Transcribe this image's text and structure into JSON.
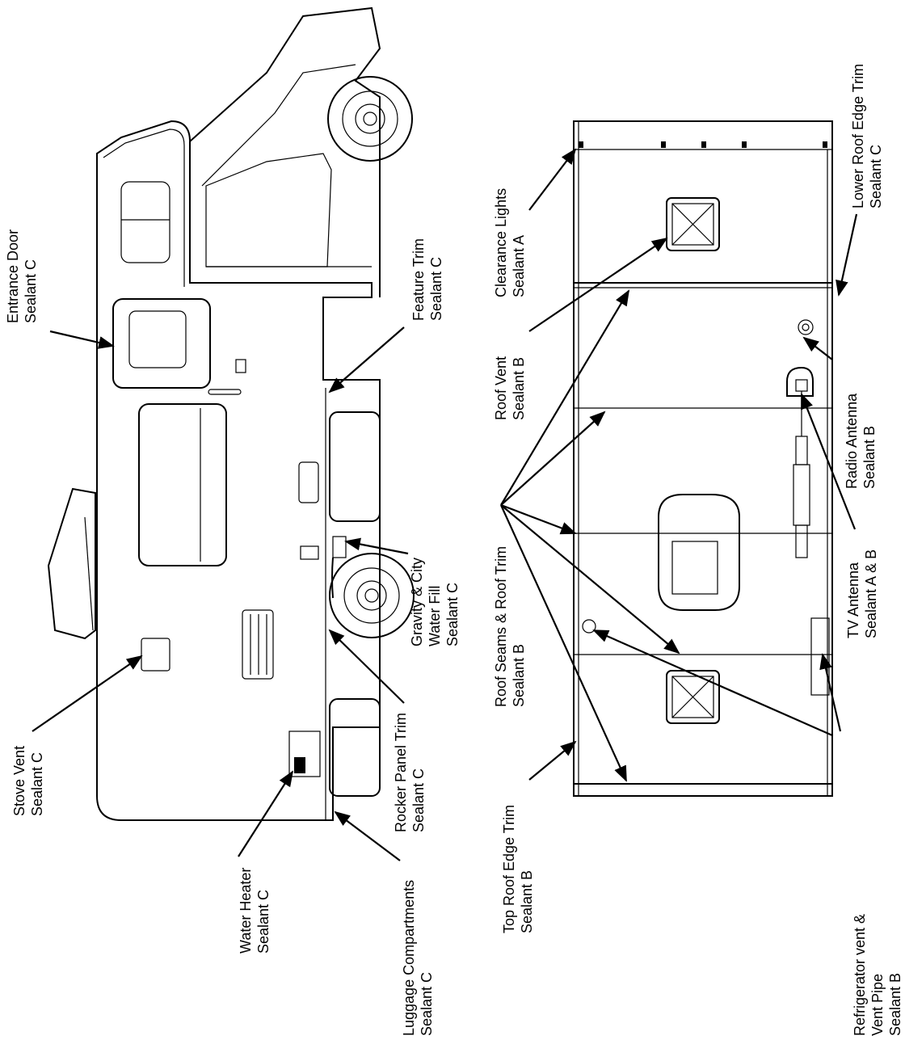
{
  "labels": {
    "entrance_door": [
      "Entrance Door",
      "Sealant C"
    ],
    "feature_trim": [
      "Feature Trim",
      "Sealant C"
    ],
    "gravity_water_fill": [
      "Gravity & City",
      "Water Fill",
      "Sealant C"
    ],
    "rocker_panel_trim": [
      "Rocker Panel Trim",
      "Sealant C"
    ],
    "stove_vent": [
      "Stove Vent",
      "Sealant C"
    ],
    "water_heater": [
      "Water Heater",
      "Sealant C"
    ],
    "luggage_compartments": [
      "Luggage Compartments",
      "Sealant C"
    ],
    "clearance_lights": [
      "Clearance Lights",
      "Sealant A"
    ],
    "lower_roof_edge_trim": [
      "Lower Roof Edge Trim",
      "Sealant C"
    ],
    "roof_vent": [
      "Roof Vent",
      "Sealant B"
    ],
    "radio_antenna": [
      "Radio Antenna",
      "Sealant B"
    ],
    "roof_seams": [
      "Roof Seams & Roof Trim",
      "Sealant B"
    ],
    "tv_antenna": [
      "TV Antenna",
      "Sealant A & B"
    ],
    "top_roof_edge_trim": [
      "Top Roof Edge Trim",
      "Sealant B"
    ],
    "refrigerator_vent": [
      "Refrigerator vent &",
      "Vent Pipe",
      "Sealant B"
    ]
  }
}
